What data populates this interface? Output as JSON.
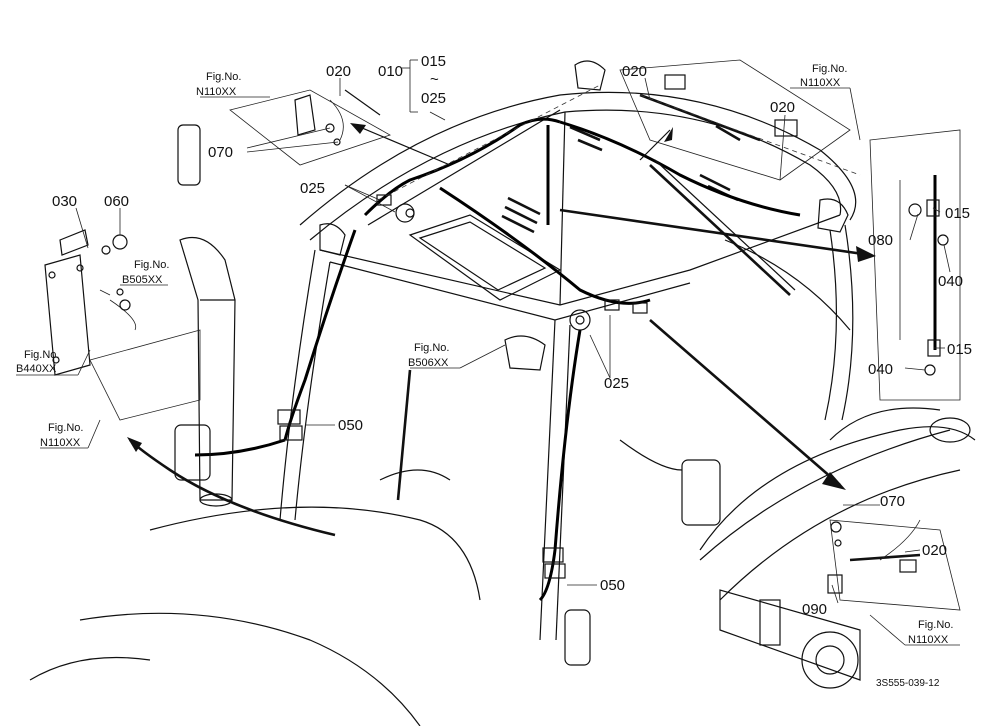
{
  "part_labels": [
    {
      "id": "p020a",
      "text": "020"
    },
    {
      "id": "p010",
      "text": "010"
    },
    {
      "id": "p015a",
      "text": "015"
    },
    {
      "id": "ptilde",
      "text": "~"
    },
    {
      "id": "p025a",
      "text": "025"
    },
    {
      "id": "p070a",
      "text": "070"
    },
    {
      "id": "p025b",
      "text": "025"
    },
    {
      "id": "p030",
      "text": "030"
    },
    {
      "id": "p060",
      "text": "060"
    },
    {
      "id": "p020b",
      "text": "020"
    },
    {
      "id": "p020c",
      "text": "020"
    },
    {
      "id": "p015b",
      "text": "015"
    },
    {
      "id": "p080",
      "text": "080"
    },
    {
      "id": "p040a",
      "text": "040"
    },
    {
      "id": "p015c",
      "text": "015"
    },
    {
      "id": "p040b",
      "text": "040"
    },
    {
      "id": "p025c",
      "text": "025"
    },
    {
      "id": "p050a",
      "text": "050"
    },
    {
      "id": "p050b",
      "text": "050"
    },
    {
      "id": "p070b",
      "text": "070"
    },
    {
      "id": "p020d",
      "text": "020"
    },
    {
      "id": "p090",
      "text": "090"
    }
  ],
  "fig_refs": [
    {
      "id": "f1",
      "line1": "Fig.No.",
      "line2": "N110XX"
    },
    {
      "id": "f2",
      "line1": "Fig.No.",
      "line2": "N110XX"
    },
    {
      "id": "f3",
      "line1": "Fig.No.",
      "line2": "B505XX"
    },
    {
      "id": "f4",
      "line1": "Fig.No.",
      "line2": "B440XX"
    },
    {
      "id": "f5",
      "line1": "Fig.No.",
      "line2": "N110XX"
    },
    {
      "id": "f6",
      "line1": "Fig.No.",
      "line2": "B506XX"
    },
    {
      "id": "f7",
      "line1": "Fig.No.",
      "line2": "N110XX"
    }
  ],
  "drawing_code": "3S555-039-12"
}
